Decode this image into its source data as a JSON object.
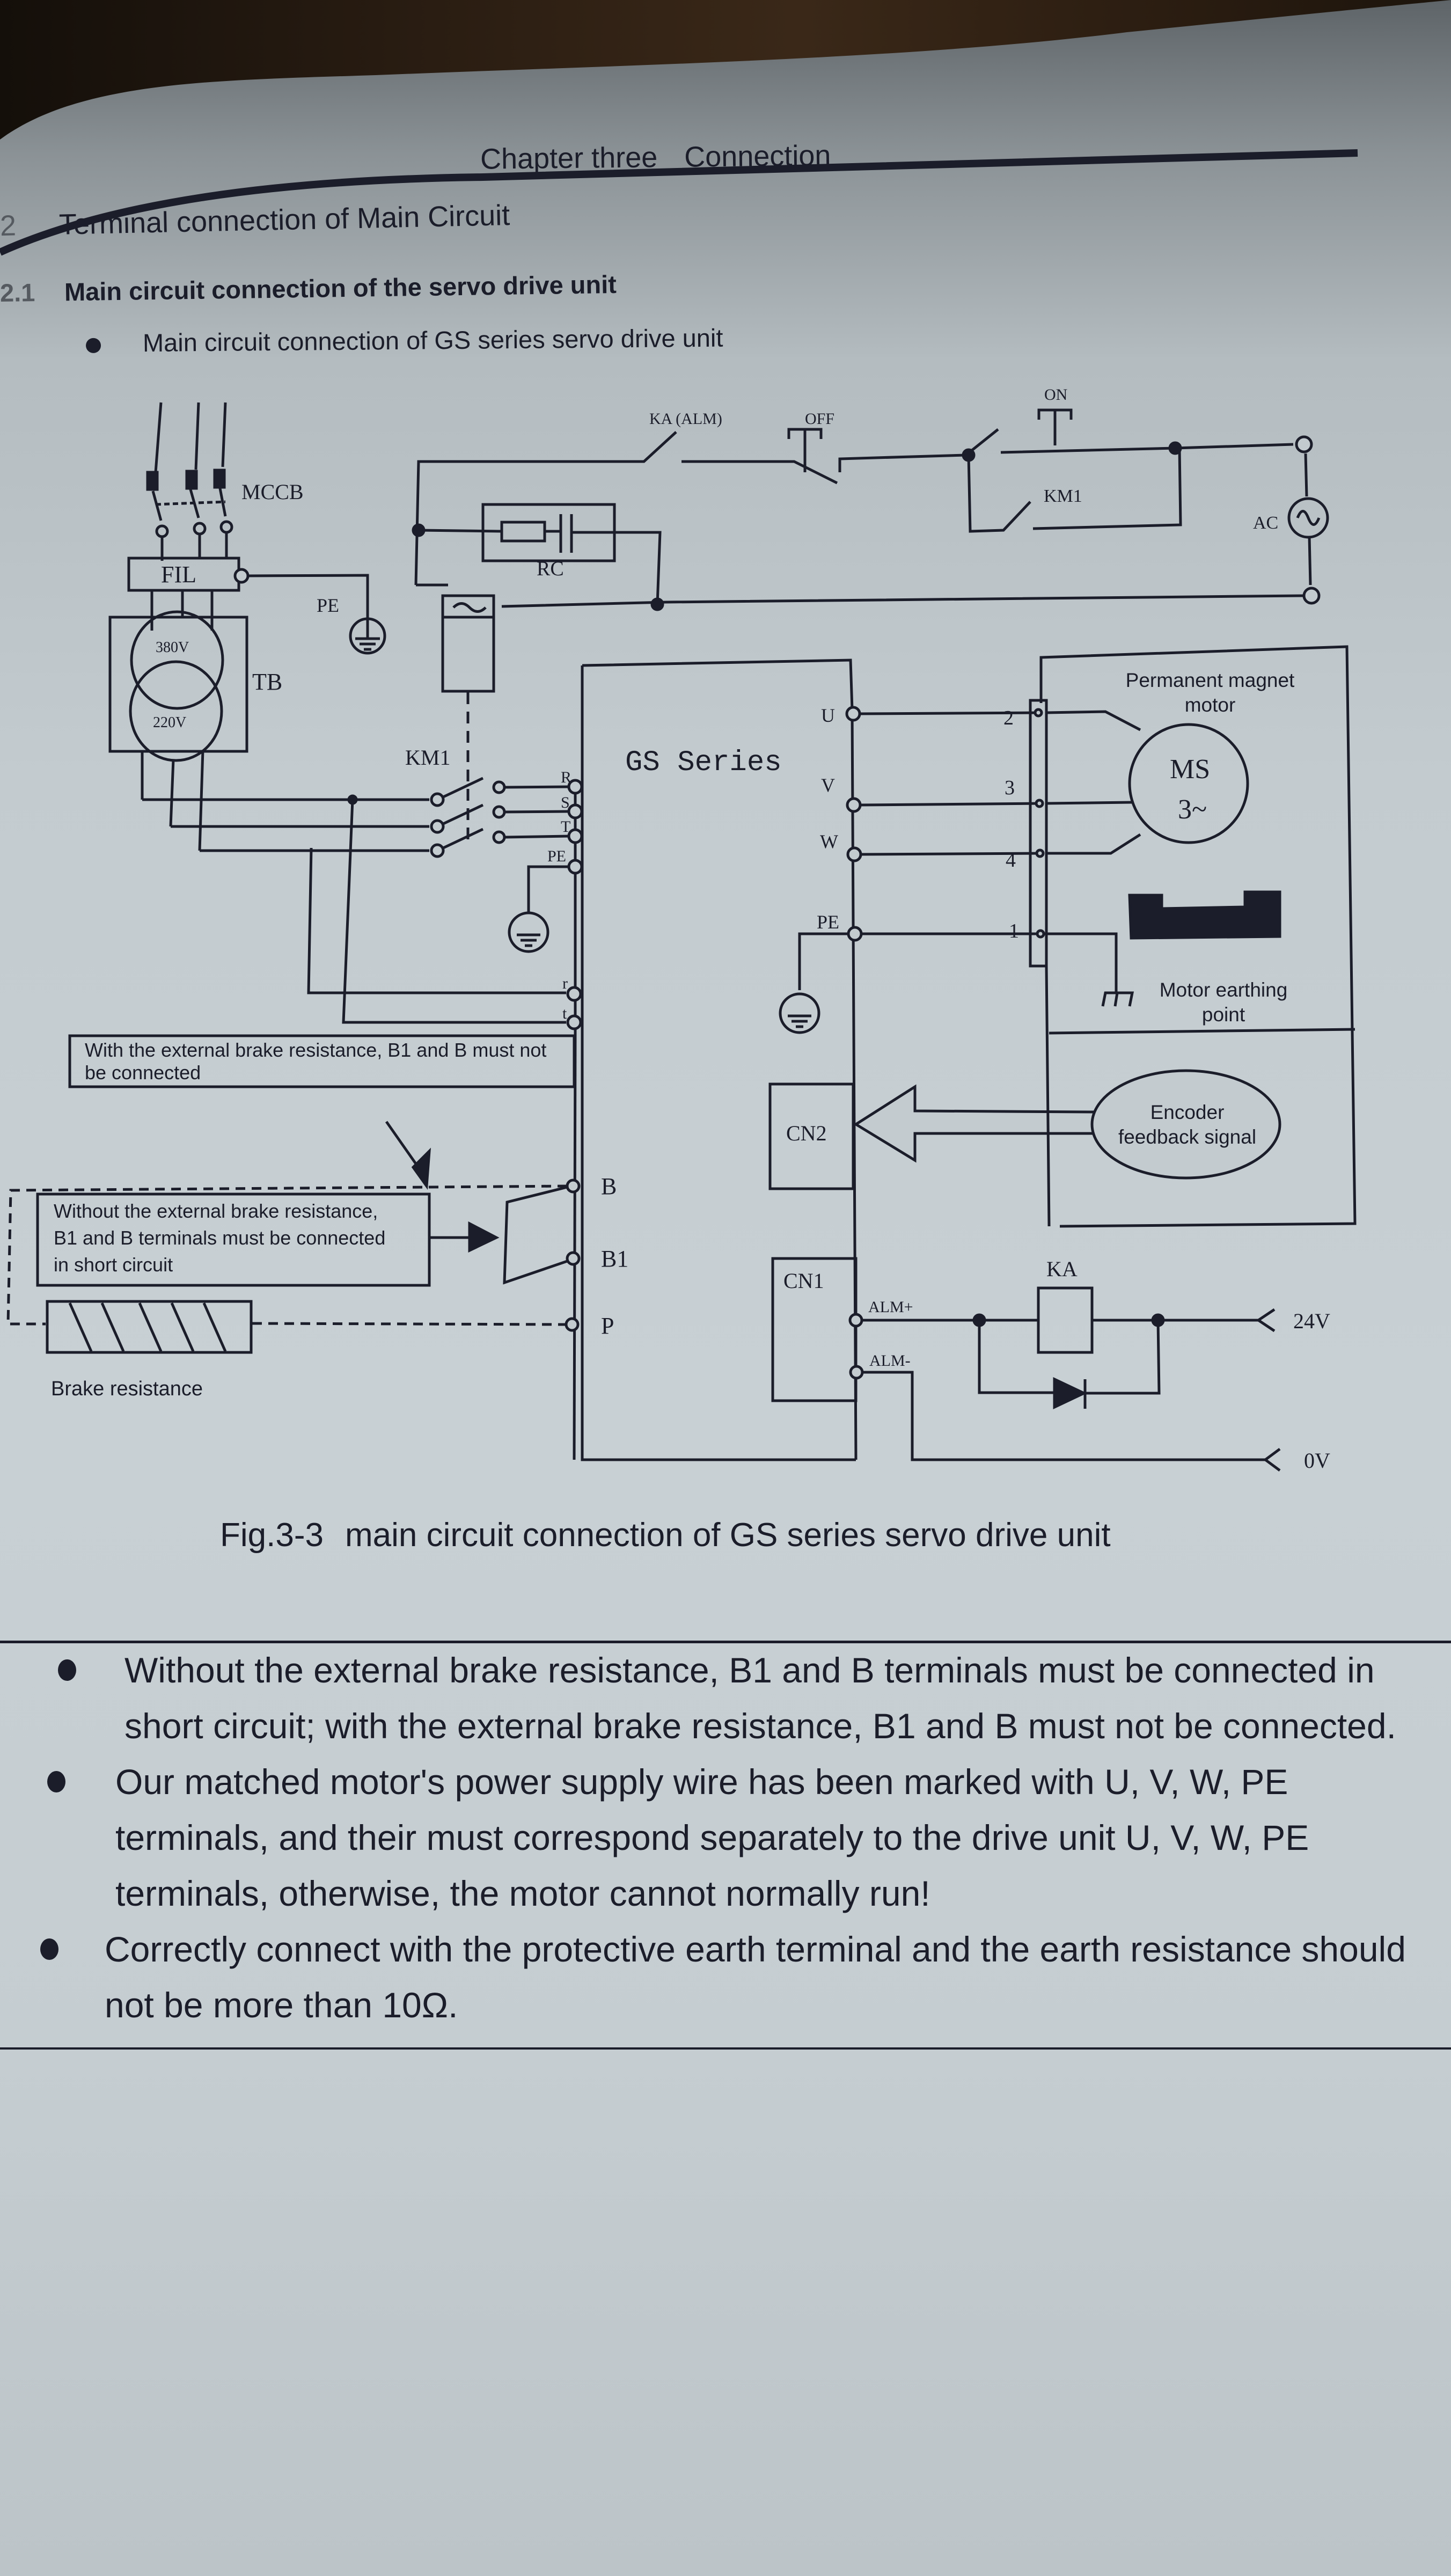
{
  "header": {
    "chapter": "Chapter three",
    "section": "Connection"
  },
  "headings": {
    "h2_number": "2",
    "h2_title": "Terminal connection of Main Circuit",
    "h3_number": "2.1",
    "h3_title": "Main circuit connection of the servo drive unit",
    "bullet_title": "Main circuit connection of GS series servo drive unit"
  },
  "diagram": {
    "ka_alm": "KA (ALM)",
    "off": "OFF",
    "on": "ON",
    "km1_aux": "KM1",
    "ac": "AC",
    "mccb": "MCCB",
    "rc": "RC",
    "fil": "FIL",
    "pe_top": "PE",
    "v380": "380V",
    "v220": "220V",
    "tb": "TB",
    "km1": "KM1",
    "gs_series": "GS Series",
    "terminals_left": [
      "R",
      "S",
      "T",
      "PE",
      "r",
      "t"
    ],
    "terminals_right": [
      "U",
      "V",
      "W",
      "PE"
    ],
    "motor_pins": [
      "2",
      "3",
      "4",
      "1"
    ],
    "motor_title": "Permanent magnet motor",
    "motor_symbol": "MS",
    "motor_phase": "3~",
    "motor_earth": "Motor earthing point",
    "encoder": "Encoder feedback signal",
    "cn2": "CN2",
    "cn1": "CN1",
    "alm_plus": "ALM+",
    "alm_minus": "ALM-",
    "ka": "KA",
    "v24": "24V",
    "v0": "0V",
    "b": "B",
    "b1": "B1",
    "p": "P",
    "note_with": "With the external brake resistance, B1 and B must not be connected",
    "note_without": "Without the external brake resistance, B1 and B terminals must be connected in short circuit",
    "brake_resistance": "Brake resistance"
  },
  "caption": {
    "fig": "Fig.3-3",
    "text": "main circuit connection of GS series servo drive unit"
  },
  "notes": [
    "Without the external brake resistance, B1 and B terminals must be connected in short circuit; with the external brake resistance, B1 and B must not be connected.",
    "Our matched motor's power supply wire has been marked with U, V, W, PE terminals, and their must correspond separately to the drive unit U, V, W, PE terminals, otherwise, the motor cannot normally run!",
    "Correctly connect with the protective earth terminal and the earth resistance should not be more than 10Ω."
  ],
  "colors": {
    "ink": "#1b1d2a",
    "paper": "#c3cbcf",
    "wood": "#2a1d12"
  }
}
